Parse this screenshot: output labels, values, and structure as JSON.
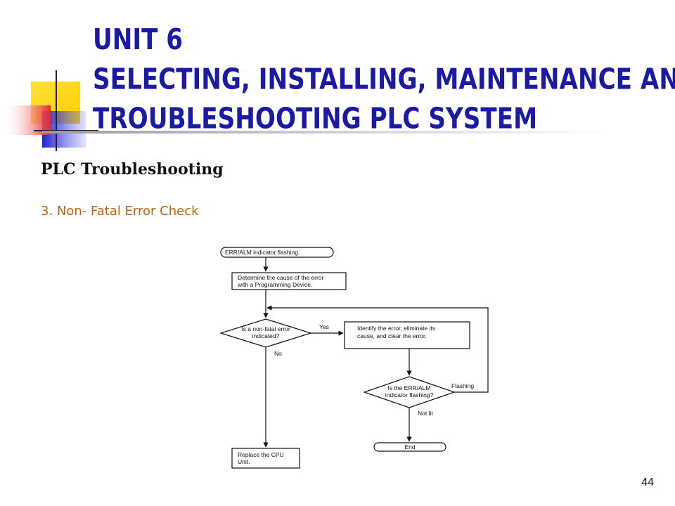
{
  "slide": {
    "title_lines": [
      "UNIT 6",
      "SELECTING, INSTALLING, MAINTENANCE AND",
      "TROUBLESHOOTING PLC SYSTEM"
    ],
    "subtitle": "PLC Troubleshooting",
    "section": "3. Non- Fatal Error Check",
    "page_number": "44"
  },
  "flowchart": {
    "start": "ERR/ALM indicator flashing.",
    "determine": [
      "Determine the cause of the error",
      "with a Programming Device."
    ],
    "decision1": [
      "Is a non-fatal error",
      "indicated?"
    ],
    "yes_label": "Yes",
    "no_label": "No",
    "identify": [
      "Identify the error, eliminate its",
      "cause, and clear the error."
    ],
    "decision2": [
      "Is the ERR/ALM",
      "indicator flashing?"
    ],
    "flashing_label": "Flashing",
    "notlit_label": "Not lit",
    "end": "End",
    "replace": [
      "Replace the CPU",
      "Unit."
    ]
  },
  "colors": {
    "title": "#1a1aa6",
    "section": "#c0620a",
    "deco_yellow": "#ffd21f",
    "deco_red": "#e8242a",
    "deco_blue": "#2b2bd6"
  }
}
